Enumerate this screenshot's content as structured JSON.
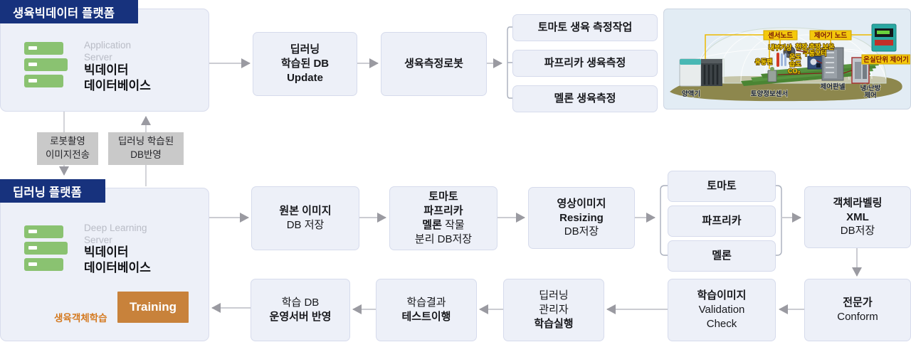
{
  "platforms": {
    "growth": {
      "badge": "생육빅데이터 플랫폼",
      "server_en": "Application\nServer",
      "server_ko": "빅데이터\n데이터베이스"
    },
    "deep": {
      "badge": "딥러닝 플랫폼",
      "server_en": "Deep Learning\nServer",
      "server_ko": "빅데이터\n데이터베이스",
      "training": "Training",
      "training_note": "생육객체학습"
    }
  },
  "connectors": {
    "robot_upload": "로봇촬영\n이미지전송",
    "db_apply": "딥러닝 학습된\nDB반영"
  },
  "flow": {
    "update_db": {
      "l1": "딥러닝",
      "l2": "학습된 DB",
      "l3": "Update"
    },
    "robot": "생육측정로봇",
    "tasks": [
      "토마토 생육 측정작업",
      "파프리카 생육측정",
      "멜론 생육측정"
    ],
    "original": {
      "l1": "원본 이미지",
      "l2": "DB 저장"
    },
    "separate": {
      "l1": "토마토",
      "l2": "파프리카",
      "l3a": "멜론",
      "l3b": " 작물",
      "l4": "분리 DB저장"
    },
    "resizing": {
      "l1": "영상이미지",
      "l2": "Resizing",
      "l3": "DB저장"
    },
    "fruits": [
      "토마토",
      "파프리카",
      "멜론"
    ],
    "labeling": {
      "l1": "객체라벨링",
      "l2": "XML",
      "l3": "DB저장"
    },
    "expert": {
      "l1": "전문가",
      "l2": "Conform"
    },
    "validation": {
      "l1": "학습이미지",
      "l2": "Validation",
      "l3": "Check"
    },
    "train_exec": {
      "l1": "딥러닝",
      "l2": "관리자",
      "l3": "학습실행"
    },
    "test": {
      "l1": "학습결과",
      "l2": "테스트이행"
    },
    "deploy": {
      "l1": "학습 DB",
      "l2": "운영서버 반영"
    }
  },
  "photo": {
    "sensor_node": "센서노드",
    "controller_node": "제어기 노드",
    "indoor_weather": "내부기상",
    "motor1": "천장.측장.보온",
    "motor2": "구동모터",
    "temp": "온도",
    "humidity": "습도",
    "co2": "CO₂",
    "fan": "유동팬",
    "unit_controller": "온실단위 제어기",
    "nutrient": "양액기",
    "soil_sensor": "토양정보센서",
    "panel": "제어판넬",
    "hvac1": "냉/난방",
    "hvac2": "제어"
  },
  "colors": {
    "badge_navy": "#17327d",
    "box_fill": "#edf0f8",
    "training_orange": "#c8823b",
    "server_green": "#8ac271",
    "label_gray": "#c9c9c9",
    "note_orange": "#d4791f"
  }
}
